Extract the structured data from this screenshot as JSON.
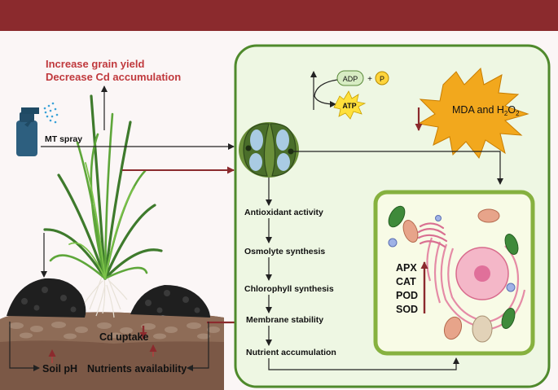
{
  "colors": {
    "banner": "#8b2a2d",
    "cell_border": "#4f8a2c",
    "cell_fill": "#eef7e3",
    "inner_cell_fill": "#f8fbe6",
    "red_arrow": "#8b2a2d",
    "soil": "#7a5a45",
    "burst": "#f2a81d"
  },
  "effects": {
    "line1": "Increase grain yield",
    "line2": "Decrease Cd accumulation"
  },
  "spray_label": "MT spray",
  "energy": {
    "adp": "ADP",
    "plus": "+",
    "p": "P",
    "atp": "ATP"
  },
  "stress_marker": {
    "label": "MDA and H",
    "sub1": "2",
    "mid": "O",
    "sub2": "2"
  },
  "processes": [
    "Antioxidant activity",
    "Osmolyte synthesis",
    "Chlorophyll synthesis",
    "Membrane stability",
    "Nutrient accumulation"
  ],
  "enzymes": [
    "APX",
    "CAT",
    "POD",
    "SOD"
  ],
  "soil": {
    "cd_uptake": "Cd uptake",
    "ph": "Soil pH",
    "nutrients": "Nutrients availability"
  }
}
